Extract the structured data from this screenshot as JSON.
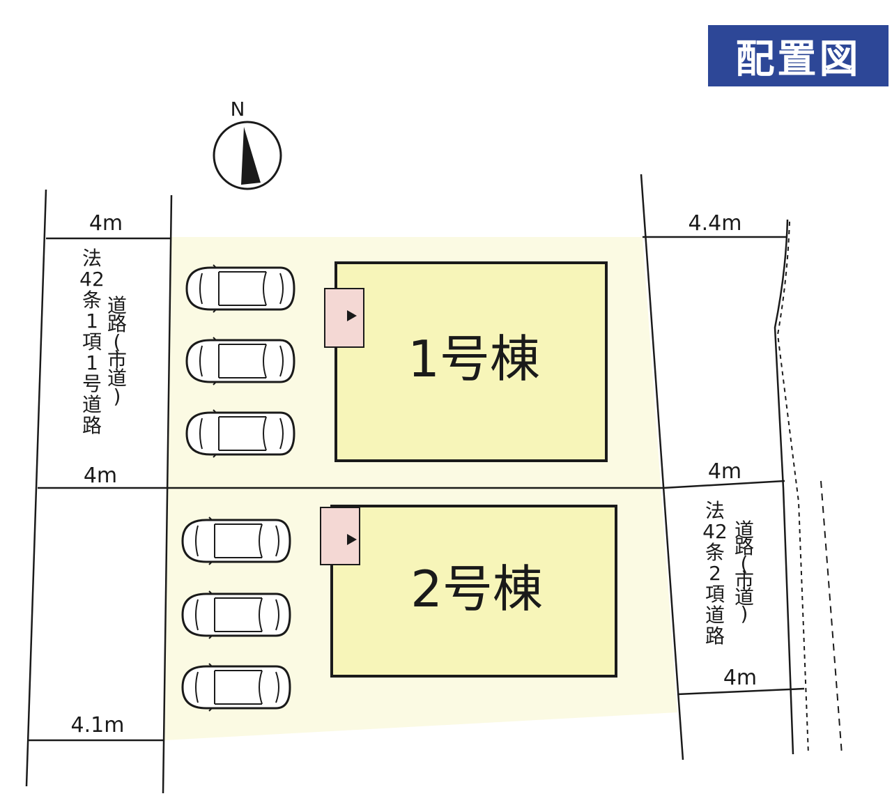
{
  "title": "配置図",
  "compass": {
    "label": "N"
  },
  "buildings": [
    {
      "label": "1号棟",
      "fill": "#f7f5b9"
    },
    {
      "label": "2号棟",
      "fill": "#f7f5b9"
    }
  ],
  "lot": {
    "fill": "#fbfae3"
  },
  "entrance": {
    "fill": "#f4d8d4"
  },
  "dimensions": {
    "top_left": "4m",
    "top_right": "4.4m",
    "mid_left": "4m",
    "mid_right": "4m",
    "lower_right": "4m",
    "bottom_left": "4.1m"
  },
  "roads": {
    "west": {
      "col1": [
        "法",
        "42",
        "条",
        "1",
        "項",
        "1",
        "号",
        "道",
        "路"
      ],
      "col2": [
        "道",
        "路",
        "(",
        "市",
        "道",
        ")"
      ]
    },
    "east": {
      "col1": [
        "法",
        "42",
        "条",
        "2",
        "項",
        "道",
        "路"
      ],
      "col2": [
        "道",
        "路",
        "(",
        "市",
        "道",
        ")"
      ]
    }
  }
}
